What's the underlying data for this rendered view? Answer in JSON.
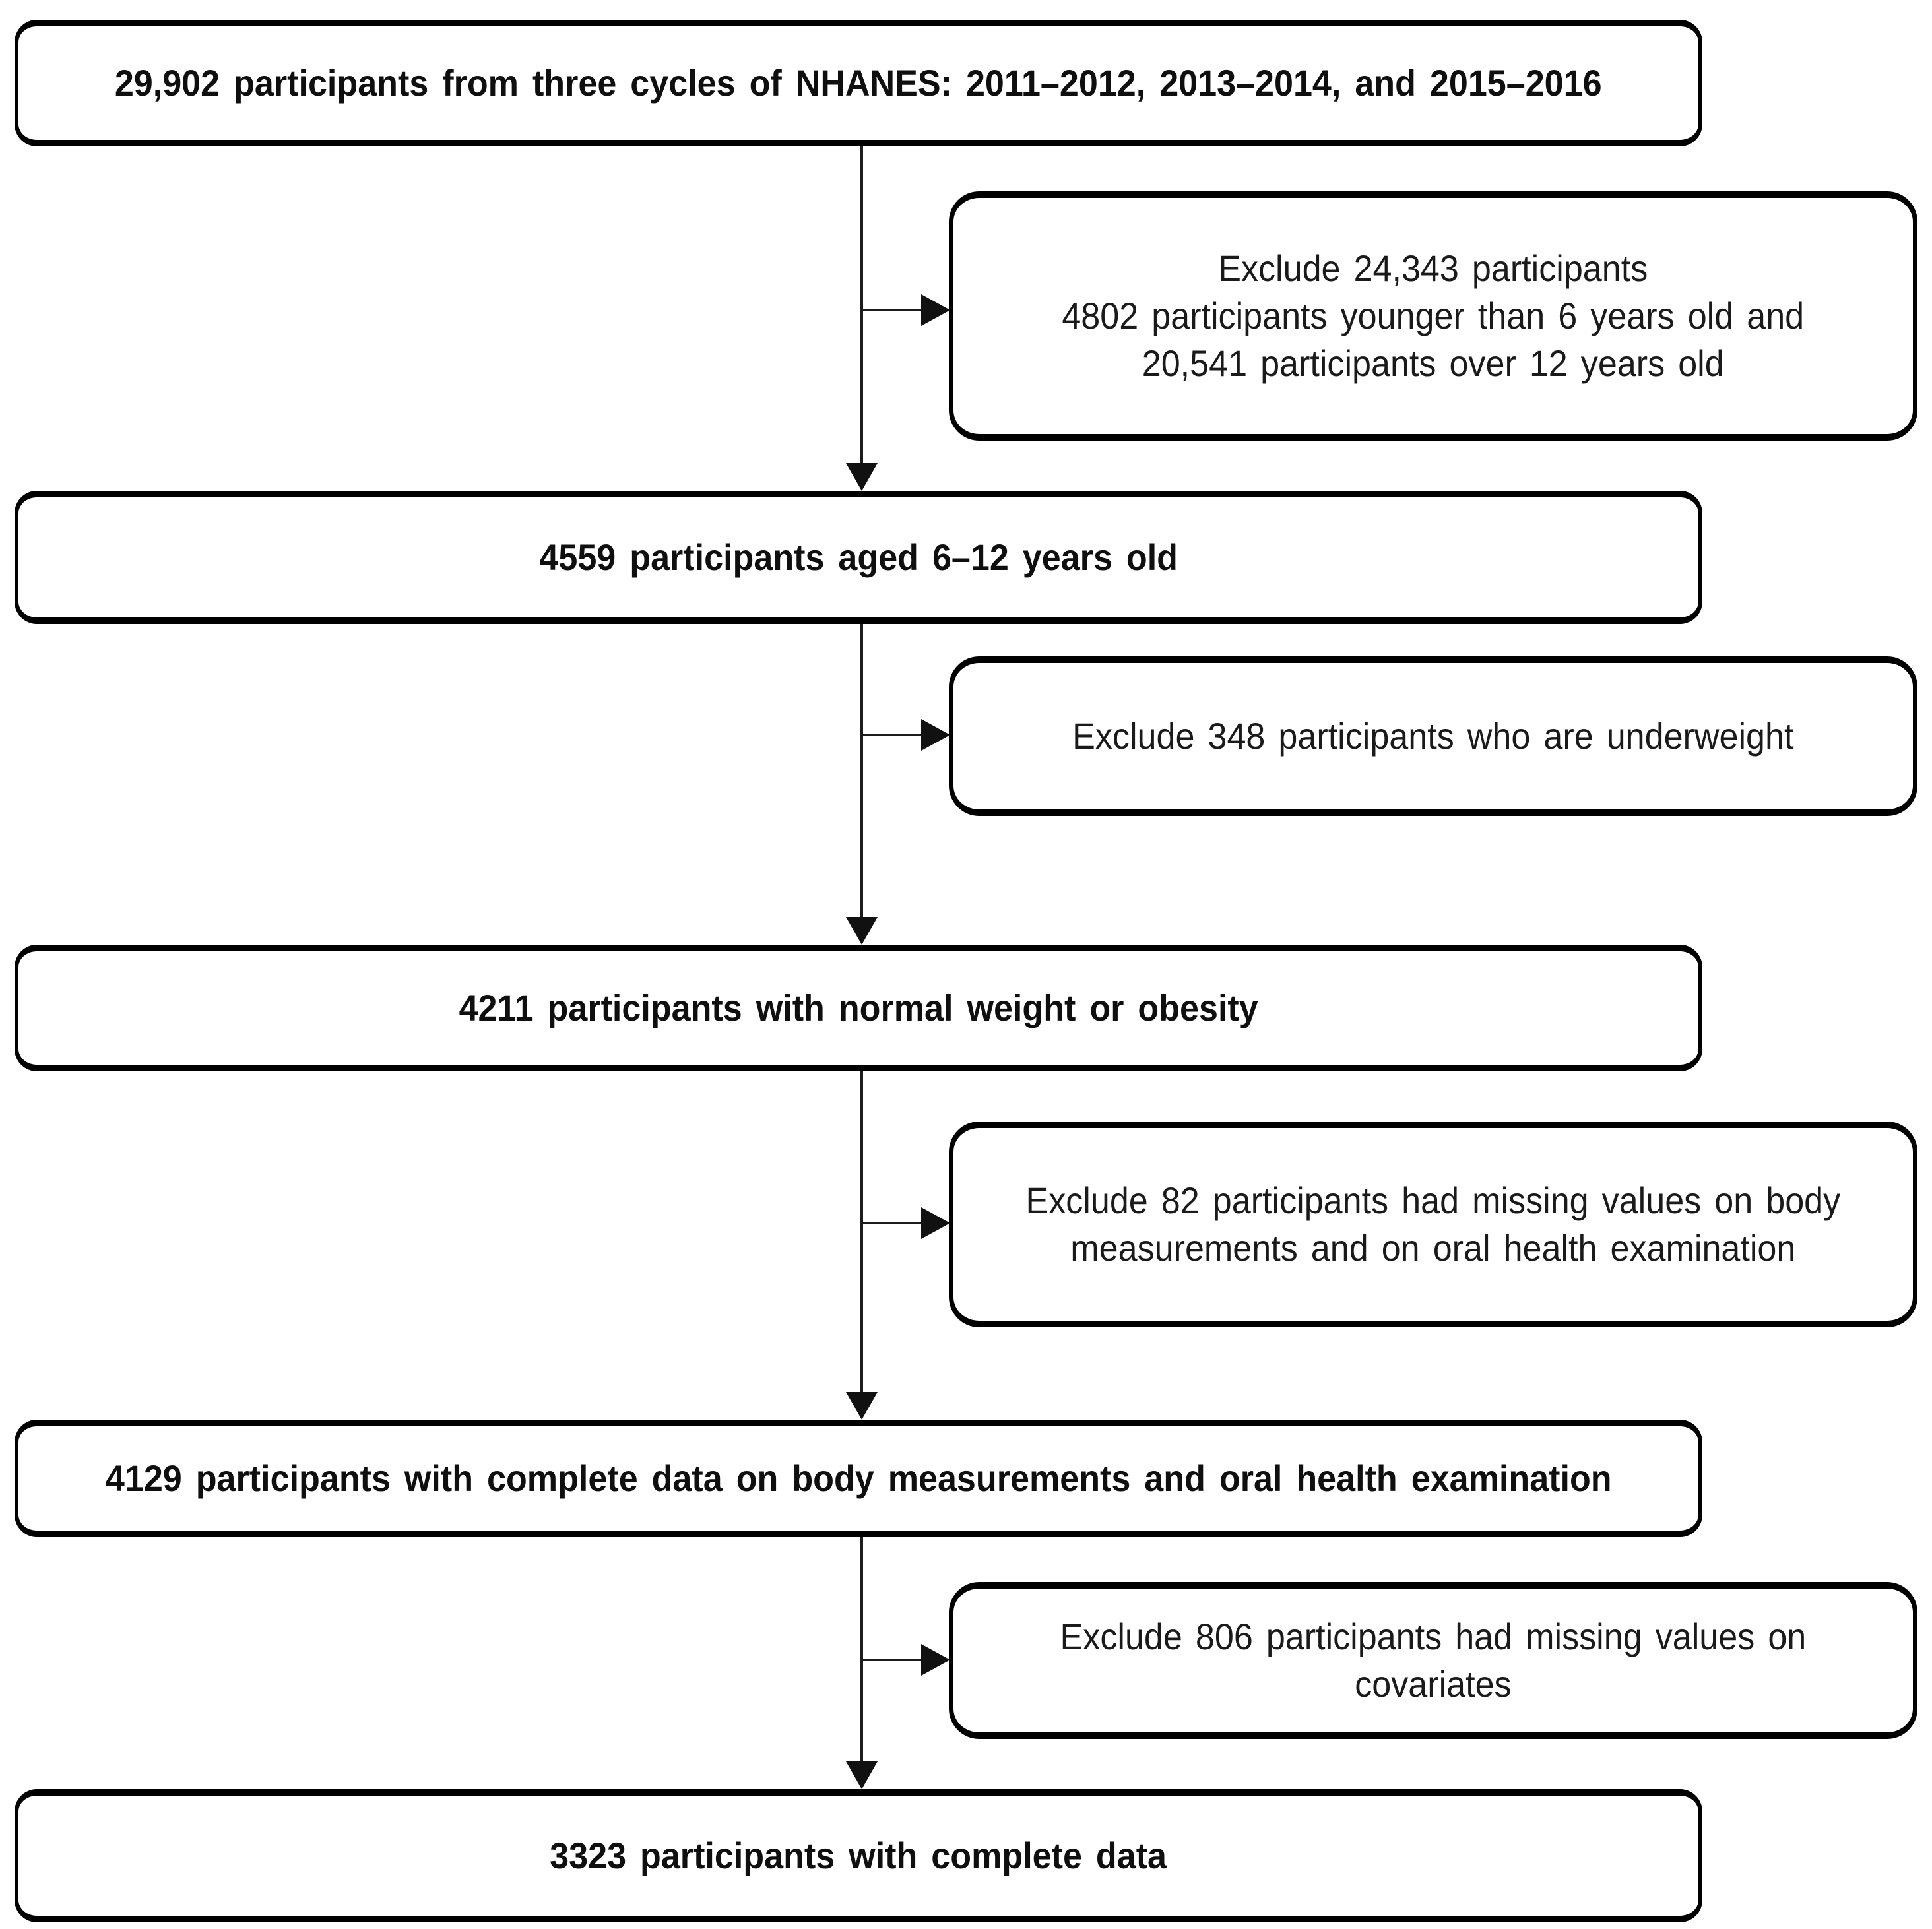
{
  "flowchart": {
    "colors": {
      "background": "#ffffff",
      "box_border": "#000000",
      "connector": "#1c1c1c",
      "main_text": "#0f0f0f",
      "exclusion_text": "#1a1a1a"
    },
    "main_boxes": [
      {
        "text": "29,902 participants from three cycles of NHANES: 2011–2012, 2013–2014, and 2015–2016"
      },
      {
        "text": "4559 participants aged 6–12 years old"
      },
      {
        "text": "4211 participants with normal weight or obesity"
      },
      {
        "text": "4129 participants with complete data on body measurements and oral health examination"
      },
      {
        "text": "3323 participants with complete data"
      }
    ],
    "exclusion_boxes": [
      {
        "lines": [
          "Exclude 24,343 participants",
          "4802 participants younger than 6 years old and",
          "20,541 participants over 12 years old"
        ]
      },
      {
        "lines": [
          "Exclude 348 participants who are underweight"
        ]
      },
      {
        "lines": [
          "Exclude 82 participants had missing values on body",
          "measurements and on oral health examination"
        ]
      },
      {
        "lines": [
          "Exclude 806 participants had missing values on",
          "covariates"
        ]
      }
    ]
  }
}
